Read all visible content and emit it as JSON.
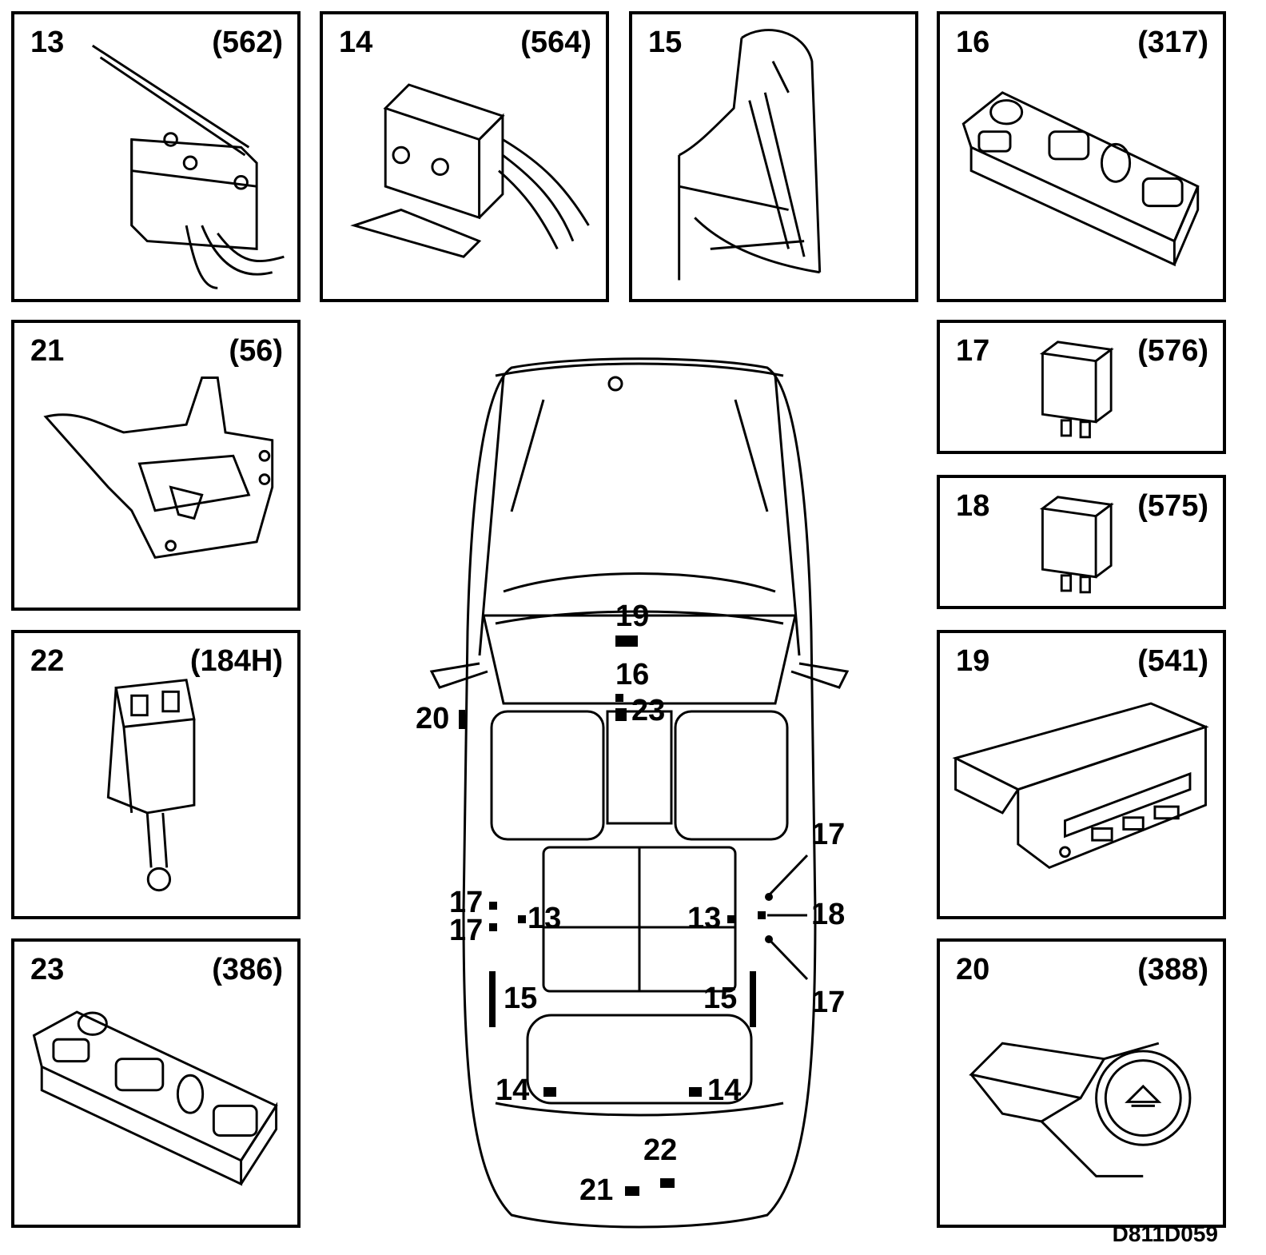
{
  "panels": [
    {
      "num": "13",
      "code": "(562)"
    },
    {
      "num": "14",
      "code": "(564)"
    },
    {
      "num": "15",
      "code": ""
    },
    {
      "num": "16",
      "code": "(317)"
    },
    {
      "num": "21",
      "code": "(56)"
    },
    {
      "num": "17",
      "code": "(576)"
    },
    {
      "num": "18",
      "code": "(575)"
    },
    {
      "num": "22",
      "code": "(184H)"
    },
    {
      "num": "19",
      "code": "(541)"
    },
    {
      "num": "23",
      "code": "(386)"
    },
    {
      "num": "20",
      "code": "(388)"
    }
  ],
  "callouts": {
    "c19": "19",
    "c16": "16",
    "c23": "23",
    "c20": "20",
    "c17a": "17",
    "c17b": "17",
    "c17c": "17",
    "c17d": "17",
    "c18": "18",
    "c13a": "13",
    "c13b": "13",
    "c15a": "15",
    "c15b": "15",
    "c14a": "14",
    "c14b": "14",
    "c22": "22",
    "c21": "21"
  },
  "reference": "D811D059"
}
